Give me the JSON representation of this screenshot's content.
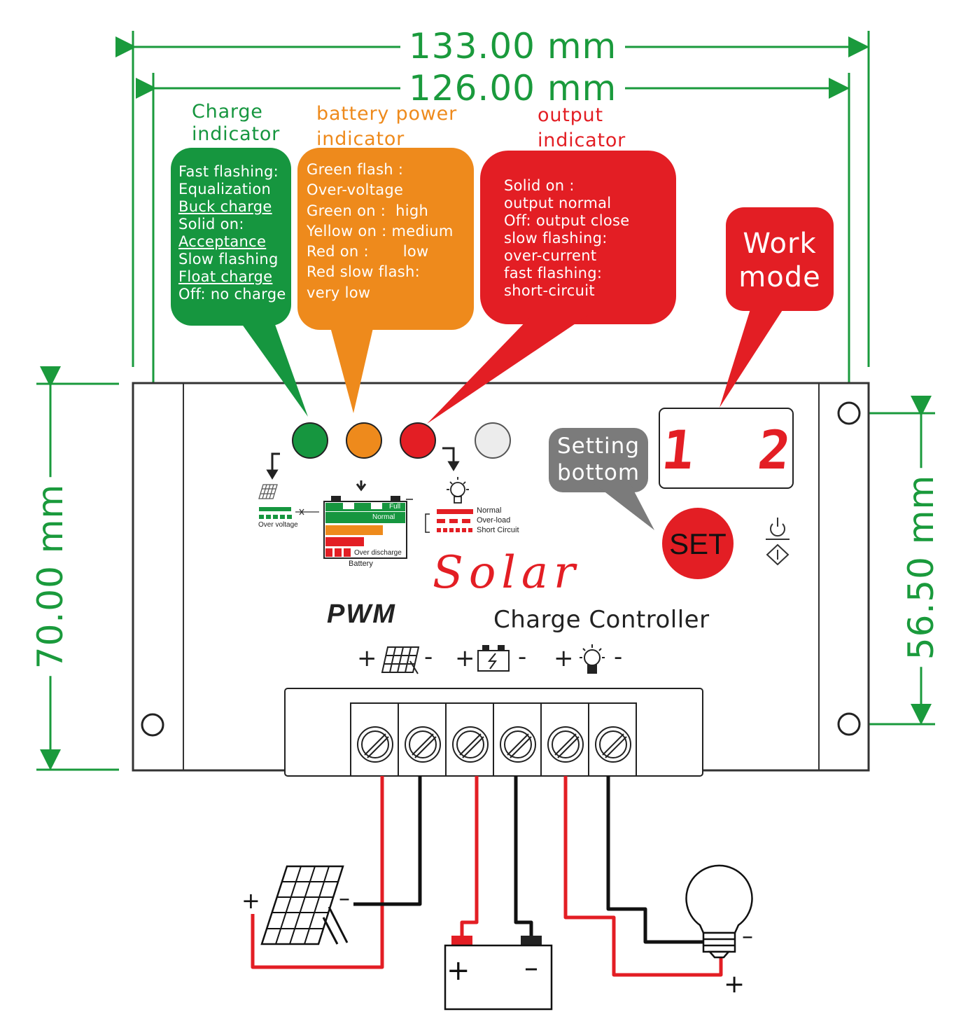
{
  "dimensions": {
    "outer_width": "133.00 mm",
    "inner_width": "126.00 mm",
    "height": "70.00 mm",
    "hole_spacing": "56.50 mm"
  },
  "callouts": {
    "charge": {
      "title_line1": "Charge",
      "title_line2": "indicator",
      "color": "#16963f",
      "lines": [
        "Fast flashing:",
        "Equalization",
        "Buck charge",
        "Solid on:",
        "Acceptance",
        "Slow flashing",
        "Float charge",
        "Off: no charge"
      ]
    },
    "battery": {
      "title_line1": "battery power",
      "title_line2": "indicator",
      "color": "#ee8a1c",
      "lines": [
        "Green flash :",
        "Over-voltage",
        "Green on :  high",
        "Yellow on : medium",
        "Red on :       low",
        "Red slow flash:",
        "very low"
      ]
    },
    "output": {
      "title_line1": "output",
      "title_line2": "indicator",
      "color": "#e31e24",
      "lines": [
        "Solid on :",
        "output normal",
        "Off: output close",
        "slow flashing:",
        "over-current",
        "fast flashing:",
        "short-circuit"
      ]
    },
    "work_mode": {
      "line1": "Work",
      "line2": "mode",
      "color": "#e31e24"
    },
    "setting": {
      "line1": "Setting",
      "line2": "bottom",
      "color": "#7b7b7b"
    }
  },
  "panel": {
    "display_value": "1  2",
    "set_button_label": "SET",
    "brand_script": "Solar",
    "pwm_label": "PWM",
    "product_label": "Charge Controller",
    "over_voltage_label": "Over voltage",
    "battery_label": "Battery",
    "full_label": "Full",
    "normal_label": "Normal",
    "over_discharge_label": "Over discharge",
    "load_states": [
      "Normal",
      "Over-load",
      "Short Circuit"
    ],
    "terminal_signs": [
      "+",
      "-",
      "+",
      "-",
      "+",
      "-"
    ]
  },
  "wiring": {
    "solar_plus": "+",
    "solar_minus": "–",
    "battery_plus": "+",
    "battery_minus": "–",
    "lamp_plus": "+",
    "lamp_minus": "–"
  },
  "colors": {
    "green": "#16963f",
    "orange": "#ee8a1c",
    "red": "#e31e24",
    "gray": "#7b7b7b",
    "dim_green": "#1a9a3c"
  }
}
